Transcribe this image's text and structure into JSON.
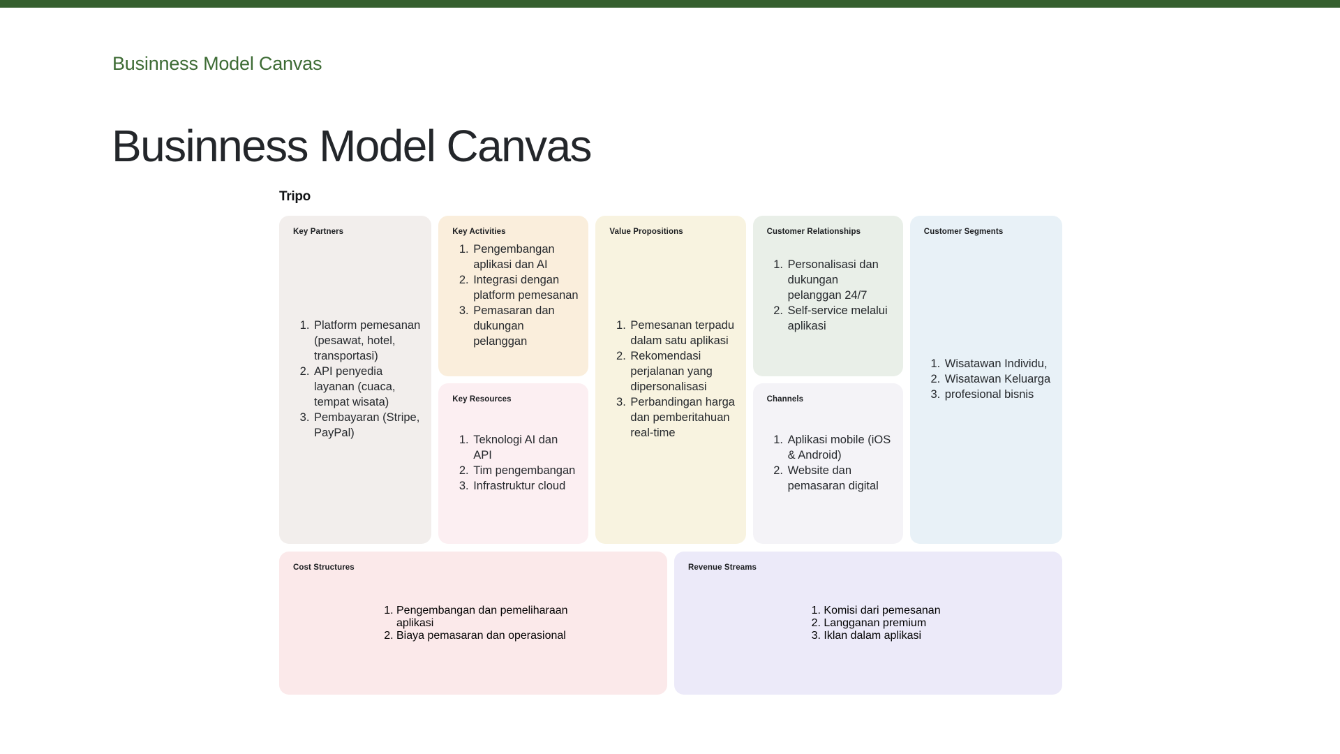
{
  "topbar": {
    "color": "#355f2e"
  },
  "header": {
    "eyebrow": "Businness Model Canvas",
    "title": "Businness Model Canvas"
  },
  "brand": "Tripo",
  "canvas": {
    "blocks": [
      {
        "key": "key_partners",
        "label": "Key Partners",
        "color": "#f2eeec",
        "items": [
          "Platform pemesanan (pesawat, hotel, transportasi)",
          "API penyedia layanan (cuaca, tempat wisata)",
          "Pembayaran (Stripe, PayPal)"
        ]
      },
      {
        "key": "key_activities",
        "label": "Key Activities",
        "color": "#faeedc",
        "items": [
          "Pengembangan aplikasi dan AI",
          "Integrasi dengan platform pemesanan",
          "Pemasaran dan dukungan pelanggan"
        ]
      },
      {
        "key": "key_resources",
        "label": "Key Resources",
        "color": "#fceff2",
        "items": [
          "Teknologi AI dan API",
          "Tim pengembangan",
          "Infrastruktur cloud"
        ]
      },
      {
        "key": "value_propositions",
        "label": "Value Propositions",
        "color": "#f8f3e0",
        "items": [
          "Pemesanan terpadu dalam satu aplikasi",
          "Rekomendasi perjalanan yang dipersonalisasi",
          "Perbandingan harga dan pemberitahuan real-time"
        ]
      },
      {
        "key": "customer_relationships",
        "label": "Customer Relationships",
        "color": "#e9efe8",
        "items": [
          "Personalisasi dan dukungan pelanggan 24/7",
          "Self-service melalui aplikasi"
        ]
      },
      {
        "key": "channels",
        "label": "Channels",
        "color": "#f4f3f7",
        "items": [
          "Aplikasi mobile (iOS & Android)",
          "Website dan pemasaran digital"
        ]
      },
      {
        "key": "customer_segments",
        "label": "Customer Segments",
        "color": "#e8f1f7",
        "items": [
          "Wisatawan Individu,",
          "Wisatawan Keluarga",
          "profesional bisnis"
        ]
      },
      {
        "key": "cost_structures",
        "label": "Cost Structures",
        "color": "#fbe9ea",
        "items": [
          "Pengembangan dan pemeliharaan aplikasi",
          "Biaya pemasaran dan operasional"
        ]
      },
      {
        "key": "revenue_streams",
        "label": "Revenue Streams",
        "color": "#eceaf9",
        "items": [
          "Komisi dari pemesanan",
          "Langganan premium",
          "Iklan dalam aplikasi"
        ]
      }
    ]
  }
}
